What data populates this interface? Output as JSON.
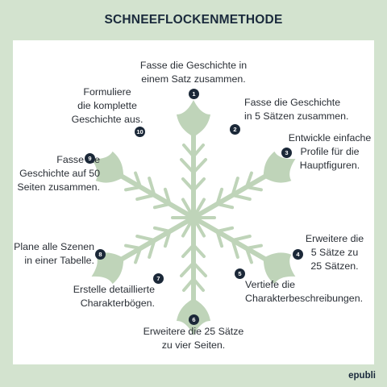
{
  "title": "SCHNEEFLOCKENMETHODE",
  "brand": "epubli",
  "colors": {
    "background": "#d3e3cf",
    "panel": "#ffffff",
    "flake": "#bfd4b9",
    "badge": "#1b2838",
    "title": "#1a2a3c"
  },
  "steps": [
    {
      "number": "1",
      "text": "Fasse die Geschichte in\neinem Satz zusammen."
    },
    {
      "number": "2",
      "text": "Fasse die Geschichte\nin 5 Sätzen zusammen."
    },
    {
      "number": "3",
      "text": "Entwickle einfache\nProfile für die\nHauptfiguren."
    },
    {
      "number": "4",
      "text": "Erweitere die\n5 Sätze zu\n25 Sätzen."
    },
    {
      "number": "5",
      "text": "Vertiefe die\nCharakterbeschreibungen."
    },
    {
      "number": "6",
      "text": "Erweitere die 25 Sätze\nzu vier Seiten."
    },
    {
      "number": "7",
      "text": "Erstelle detaillierte\nCharakterbögen."
    },
    {
      "number": "8",
      "text": "Plane alle Szenen\nin einer Tabelle."
    },
    {
      "number": "9",
      "text": "Fasse die\nGeschichte auf 50\nSeiten zusammen."
    },
    {
      "number": "10",
      "text": "Formuliere\ndie komplette\nGeschichte aus."
    }
  ]
}
